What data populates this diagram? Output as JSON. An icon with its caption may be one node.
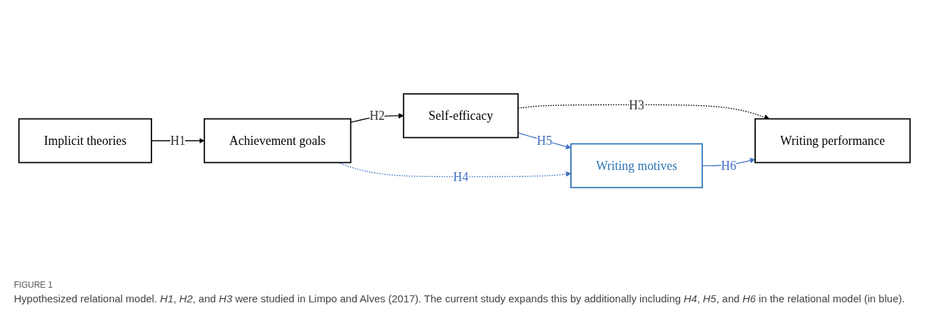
{
  "diagram": {
    "caption": "Hypothesized relational model. *H1*, *H2*, and *H3* were studied in Limpo and Alves (2017). The current study expands this by additionally including *H4*, *H5*, and *H6* in the relational model (in blue).",
    "nodes": [
      {
        "text": [
          "Implicit theories"
        ]
      },
      {
        "text": [
          "Achievement goals"
        ]
      },
      {
        "text": [
          "Self-efficacy"
        ]
      },
      {
        "text": [
          "Writing performance"
        ]
      },
      {
        "text": [
          "Writing motives"
        ]
      }
    ],
    "edges": [
      {
        "from": 0,
        "to": 1,
        "arrow": "to",
        "label": "H1"
      },
      {
        "from": 1,
        "to": 2,
        "arrow": "to",
        "label": "H2"
      },
      {
        "from": 2,
        "to": 3,
        "arrow": "to",
        "label": "H3",
        "style": "dashed"
      },
      {
        "from": 1,
        "to": 4,
        "arrow": "to",
        "label": "H4",
        "style": "dashed",
        "color": "#4472c4"
      },
      {
        "from": 2,
        "to": 4,
        "arrow": "to",
        "label": "H5",
        "color": "#4472c4"
      },
      {
        "from": 4,
        "to": 3,
        "arrow": "to",
        "label": "H6",
        "color": "#4472c4"
      }
    ],
    "labels": [
      "FIGURE 1"
    ]
  }
}
